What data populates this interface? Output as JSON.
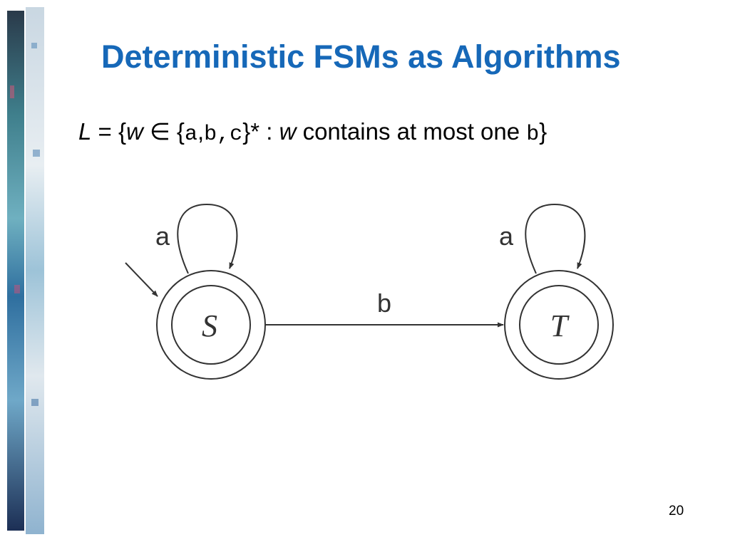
{
  "slide": {
    "title": "Deterministic FSMs as Algorithms",
    "language": {
      "L": "L",
      "eq_open": " = {",
      "w": "w",
      "elem_open": " ∈ {",
      "a": "a",
      "comma1": ",",
      "b": "b",
      "comma2": ",",
      "c": "c",
      "star_colon": "}* : ",
      "w2": "w",
      "contains": " contains at most one ",
      "b2": "b",
      "close": "}"
    },
    "slide_number": "20"
  },
  "diagram": {
    "states": [
      {
        "label": "S",
        "start": true,
        "accepting": true
      },
      {
        "label": "T",
        "start": false,
        "accepting": true
      }
    ],
    "transitions": [
      {
        "from": "S",
        "to": "S",
        "label": "a"
      },
      {
        "from": "S",
        "to": "T",
        "label": "b"
      },
      {
        "from": "T",
        "to": "T",
        "label": "a"
      }
    ]
  },
  "colors": {
    "title": "#1668b8",
    "diagram_stroke": "#333333"
  }
}
